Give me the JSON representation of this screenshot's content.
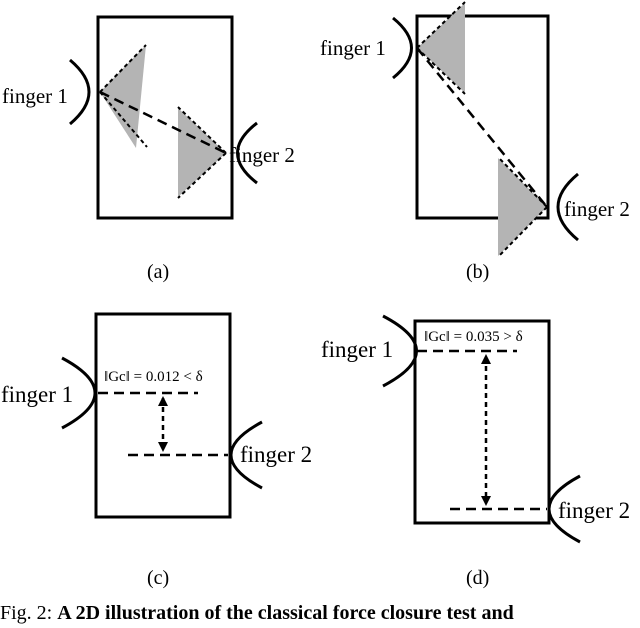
{
  "figure": {
    "panels": [
      {
        "label": "(a)",
        "finger1": "finger 1",
        "finger2": "finger 2"
      },
      {
        "label": "(b)",
        "finger1": "finger 1",
        "finger2": "finger 2"
      },
      {
        "label": "(c)",
        "finger1": "finger 1",
        "finger2": "finger 2",
        "annotation": "‖Gc‖ = 0.012 < δ"
      },
      {
        "label": "(d)",
        "finger1": "finger 1",
        "finger2": "finger 2",
        "annotation": "‖Gc‖ = 0.035 > δ"
      }
    ],
    "caption": {
      "prefix": "Fig. 2: ",
      "bold": "A 2D illustration of the classical force closure test and"
    },
    "colors": {
      "stroke": "#000000",
      "cone_fill": "#b4b4b4",
      "background": "#ffffff"
    }
  }
}
